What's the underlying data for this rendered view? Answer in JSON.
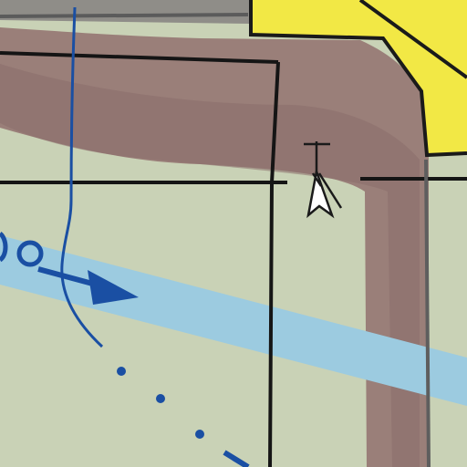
{
  "map": {
    "colors": {
      "land": "#c9d2b6",
      "relief_band": "#9a8078",
      "building_fill": "#f2e845",
      "water_band": "#9ccbe0",
      "route_blue": "#1a4fa3",
      "ink": "#151515",
      "road_gray": "#6b6b6b"
    },
    "features": [
      "relief-band",
      "yellow-building",
      "water-band",
      "route-arrow",
      "route-dotted-path",
      "route-circle-marker",
      "survey-marker-icon",
      "boundary-lines"
    ]
  }
}
